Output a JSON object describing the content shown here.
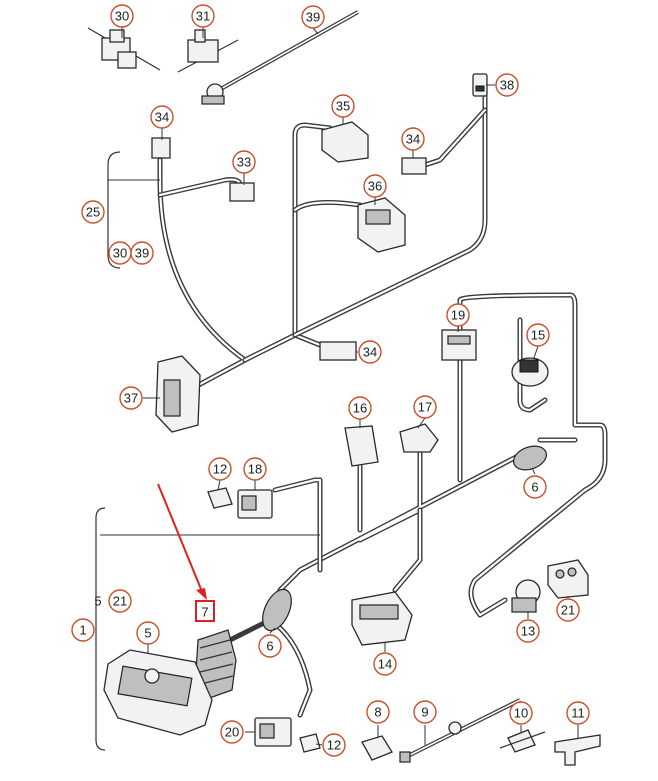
{
  "callouts": [
    {
      "id": "c30",
      "text": "30"
    },
    {
      "id": "c31",
      "text": "31"
    },
    {
      "id": "c39",
      "text": "39"
    },
    {
      "id": "c38",
      "text": "38"
    },
    {
      "id": "c34a",
      "text": "34"
    },
    {
      "id": "c35",
      "text": "35"
    },
    {
      "id": "c34b",
      "text": "34"
    },
    {
      "id": "c33",
      "text": "33"
    },
    {
      "id": "c36",
      "text": "36"
    },
    {
      "id": "c25",
      "text": "25"
    },
    {
      "id": "c30b",
      "text": "30"
    },
    {
      "id": "c39b",
      "text": "39"
    },
    {
      "id": "c34c",
      "text": "34"
    },
    {
      "id": "c19",
      "text": "19"
    },
    {
      "id": "c15",
      "text": "15"
    },
    {
      "id": "c37",
      "text": "37"
    },
    {
      "id": "c16",
      "text": "16"
    },
    {
      "id": "c17",
      "text": "17"
    },
    {
      "id": "c12a",
      "text": "12"
    },
    {
      "id": "c18",
      "text": "18"
    },
    {
      "id": "c6a",
      "text": "6"
    },
    {
      "id": "c21a",
      "text": "21"
    },
    {
      "id": "c21b",
      "text": "21"
    },
    {
      "id": "c1",
      "text": "1"
    },
    {
      "id": "c5",
      "text": "5"
    },
    {
      "id": "c6b",
      "text": "6"
    },
    {
      "id": "c13",
      "text": "13"
    },
    {
      "id": "c14",
      "text": "14"
    },
    {
      "id": "c20",
      "text": "20"
    },
    {
      "id": "c12b",
      "text": "12"
    },
    {
      "id": "c8",
      "text": "8"
    },
    {
      "id": "c9",
      "text": "9"
    },
    {
      "id": "c10",
      "text": "10"
    },
    {
      "id": "c11",
      "text": "11"
    }
  ],
  "plain_labels": {
    "five": "5"
  },
  "highlight": {
    "label": "7",
    "color": "#e02020"
  },
  "colors": {
    "callout_ring": "#c8502a",
    "line": "#333333"
  }
}
